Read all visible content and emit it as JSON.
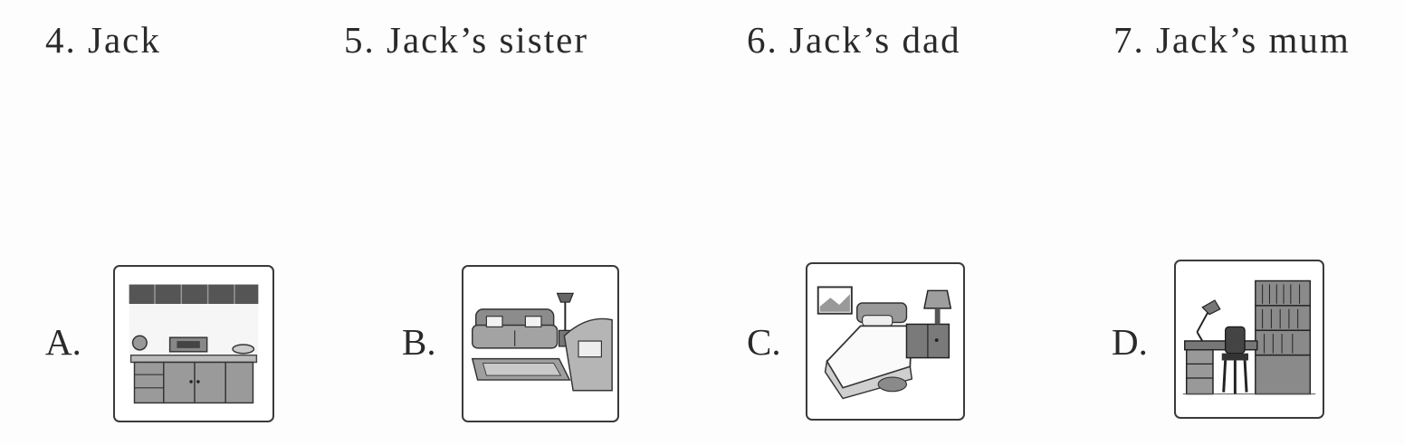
{
  "people": [
    {
      "label": "4. Jack"
    },
    {
      "label": "5. Jack’s sister"
    },
    {
      "label": "6. Jack’s dad"
    },
    {
      "label": "7. Jack’s mum"
    }
  ],
  "options": [
    {
      "letter": "A.",
      "picture": "kitchen-illustration"
    },
    {
      "letter": "B.",
      "picture": "living-room-illustration"
    },
    {
      "letter": "C.",
      "picture": "bedroom-illustration"
    },
    {
      "letter": "D.",
      "picture": "study-illustration"
    }
  ]
}
